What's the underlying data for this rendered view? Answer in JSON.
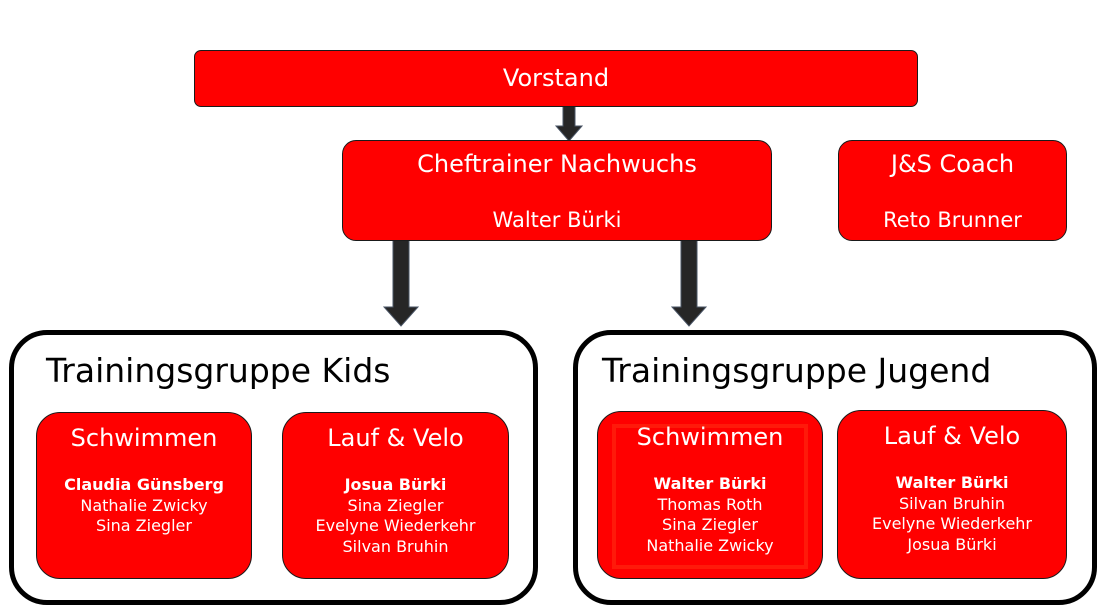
{
  "diagram": {
    "type": "org-chart",
    "colors": {
      "box_fill": "#ff0000",
      "box_text": "#ffffff",
      "group_border": "#000000",
      "arrow": "#262626"
    },
    "vorstand": {
      "title": "Vorstand"
    },
    "cheftrainer": {
      "title": "Cheftrainer Nachwuchs",
      "person": "Walter Bürki"
    },
    "js_coach": {
      "title": "J&S Coach",
      "person": "Reto Brunner"
    },
    "groups": [
      {
        "title": "Trainingsgruppe Kids",
        "units": [
          {
            "title": "Schwimmen",
            "lead": "Claudia Günsberg",
            "members": [
              "Nathalie Zwicky",
              "Sina Ziegler"
            ]
          },
          {
            "title": "Lauf & Velo",
            "lead": "Josua Bürki",
            "members": [
              "Sina Ziegler",
              "Evelyne Wiederkehr",
              "Silvan Bruhin"
            ]
          }
        ]
      },
      {
        "title": "Trainingsgruppe Jugend",
        "units": [
          {
            "title": "Schwimmen",
            "lead": "Walter Bürki",
            "members": [
              "Thomas Roth",
              "Sina Ziegler",
              "Nathalie Zwicky"
            ]
          },
          {
            "title": "Lauf & Velo",
            "lead": "Walter Bürki",
            "members": [
              "Silvan Bruhin",
              "Evelyne Wiederkehr",
              "Josua Bürki"
            ]
          }
        ]
      }
    ],
    "connections": [
      {
        "from": "Vorstand",
        "to": "Cheftrainer Nachwuchs"
      },
      {
        "from": "Cheftrainer Nachwuchs",
        "to": "Trainingsgruppe Kids"
      },
      {
        "from": "Cheftrainer Nachwuchs",
        "to": "Trainingsgruppe Jugend"
      }
    ]
  }
}
